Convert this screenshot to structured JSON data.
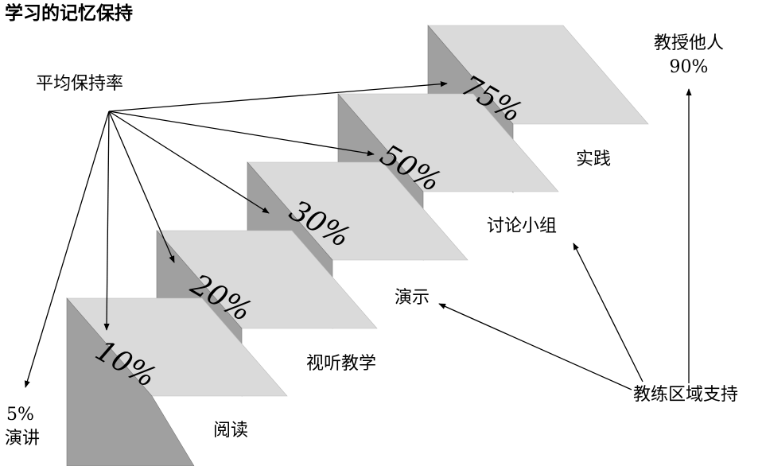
{
  "title": "学习的记忆保持",
  "source_label": "平均保持率",
  "coach_label": "教练区域支持",
  "lecture": {
    "percent": "5%",
    "label": "演讲"
  },
  "teaching": {
    "label": "教授他人",
    "percent": "90%"
  },
  "steps": [
    {
      "percent": "10%",
      "label": "阅读"
    },
    {
      "percent": "20%",
      "label": "视听教学"
    },
    {
      "percent": "30%",
      "label": "演示"
    },
    {
      "percent": "50%",
      "label": "讨论小组"
    },
    {
      "percent": "75%",
      "label": "实践"
    }
  ],
  "colors": {
    "step_side": "#a0a0a0",
    "step_top": "#dadada",
    "arrow": "#000000"
  }
}
